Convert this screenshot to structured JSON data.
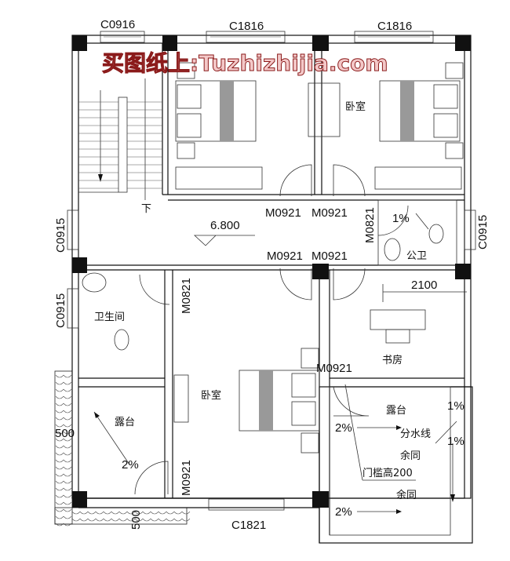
{
  "watermark": "买图纸上:Tuzhizhijia.com",
  "windows": {
    "top_left": "C0916",
    "top_mid": "C1816",
    "top_right": "C1816",
    "left_upper": "C0915",
    "right_upper": "C0915",
    "left_lower": "C0915",
    "bottom": "C1821"
  },
  "doors": {
    "corridor_top_left": "M0921",
    "corridor_top_right": "M0921",
    "corridor_bottom_left": "M0921",
    "corridor_bottom_right": "M0921",
    "public_bath": "M0821",
    "bath": "M0821",
    "study_balcony": "M0921",
    "bedroom_balcony": "M0921"
  },
  "rooms": {
    "bedroom_top": "卧室",
    "public_bath": "公卫",
    "bathroom": "卫生间",
    "study": "书房",
    "bedroom_bottom": "卧室",
    "balcony_left": "露台",
    "balcony_right": "露台"
  },
  "annotations": {
    "stair_down": "下",
    "elevation": "6.800",
    "bath_slope": "1%",
    "study_width": "2100",
    "left_slope": "2%",
    "right_slope_1": "2%",
    "right_slope_2": "2%",
    "edge_slope_1": "1%",
    "edge_slope_2": "1%",
    "ridge_line": "分水线",
    "same_1": "余同",
    "same_2": "余同",
    "threshold": "门槛高200",
    "eave_left": "500",
    "eave_bottom": "500"
  }
}
